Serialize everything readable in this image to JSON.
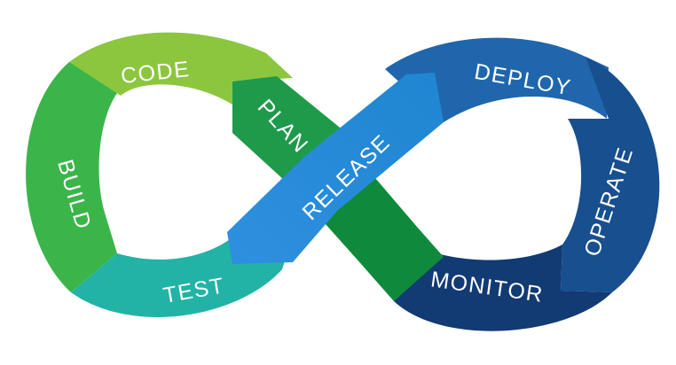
{
  "diagram": {
    "stages": {
      "plan": "PLAN",
      "code": "CODE",
      "build": "BUILD",
      "test": "TEST",
      "release": "RELEASE",
      "deploy": "DEPLOY",
      "operate": "OPERATE",
      "monitor": "MONITOR"
    },
    "colors": {
      "plan": "#1e9a4a",
      "code": "#8cc63f",
      "build": "#3bb54a",
      "test": "#22b3a6",
      "release": "#2a8fd6",
      "deploy": "#1f66ad",
      "operate": "#174f8f",
      "monitor": "#123a73",
      "plan_lower": "#0f8a3c"
    }
  }
}
